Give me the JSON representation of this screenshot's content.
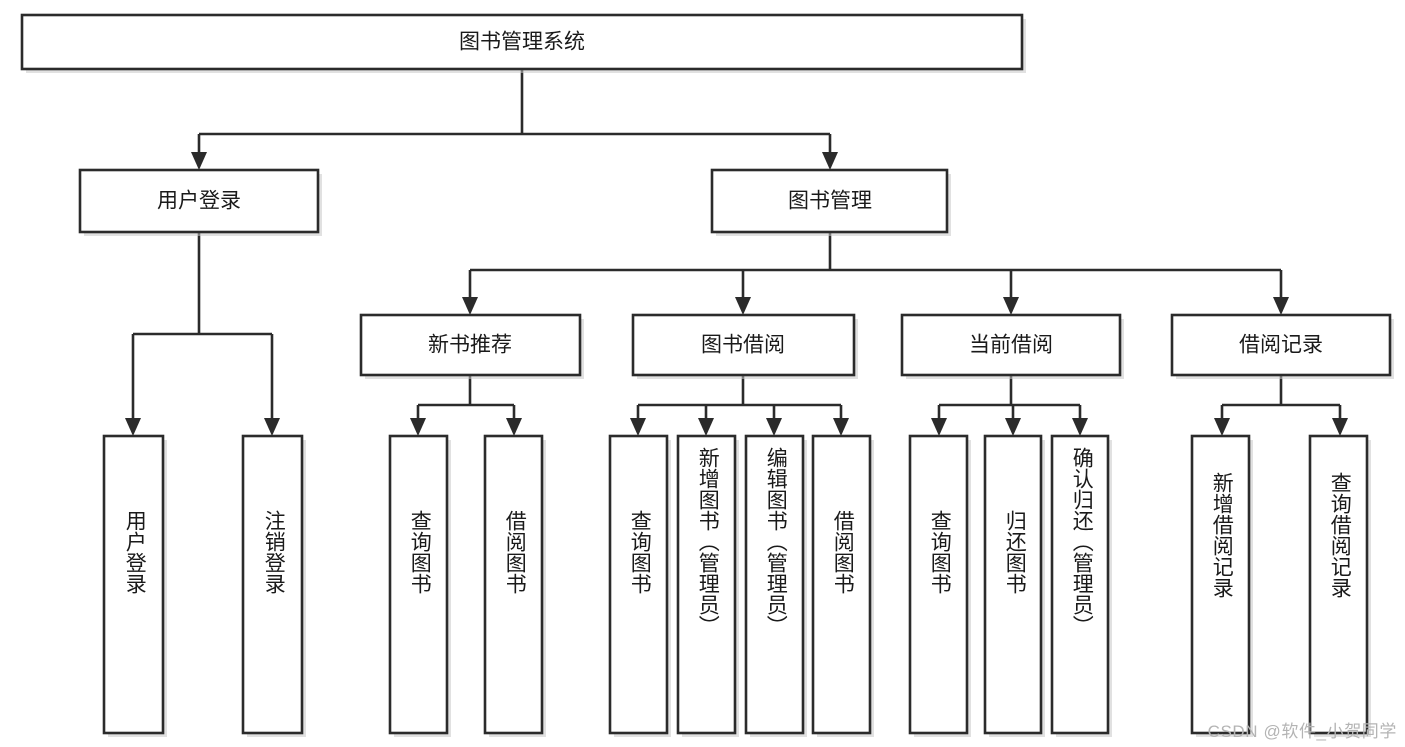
{
  "diagram": {
    "type": "tree-hierarchy-chart",
    "title_node": {
      "label": "图书管理系统"
    },
    "level1": [
      {
        "id": "user-login",
        "label": "用户登录"
      },
      {
        "id": "book-management",
        "label": "图书管理"
      }
    ],
    "level2": [
      {
        "id": "new-book-recommend",
        "label": "新书推荐",
        "parent": "book-management"
      },
      {
        "id": "book-borrow",
        "label": "图书借阅",
        "parent": "book-management"
      },
      {
        "id": "current-borrow",
        "label": "当前借阅",
        "parent": "book-management"
      },
      {
        "id": "borrow-record",
        "label": "借阅记录",
        "parent": "book-management"
      }
    ],
    "leaves": [
      {
        "id": "leaf-user-login",
        "label": "用户登录",
        "parent": "user-login"
      },
      {
        "id": "leaf-logout-login",
        "label": "注销登录",
        "parent": "user-login"
      },
      {
        "id": "leaf-query-book-1",
        "label": "查询图书",
        "parent": "new-book-recommend"
      },
      {
        "id": "leaf-borrow-book-1",
        "label": "借阅图书",
        "parent": "new-book-recommend"
      },
      {
        "id": "leaf-query-book-2",
        "label": "查询图书",
        "parent": "book-borrow"
      },
      {
        "id": "leaf-add-book",
        "label": "新增图书（管理员）",
        "parent": "book-borrow"
      },
      {
        "id": "leaf-edit-book",
        "label": "编辑图书（管理员）",
        "parent": "book-borrow"
      },
      {
        "id": "leaf-borrow-book-2",
        "label": "借阅图书",
        "parent": "book-borrow"
      },
      {
        "id": "leaf-query-book-3",
        "label": "查询图书",
        "parent": "current-borrow"
      },
      {
        "id": "leaf-return-book",
        "label": "归还图书",
        "parent": "current-borrow"
      },
      {
        "id": "leaf-confirm-return",
        "label": "确认归还（管理员）",
        "parent": "current-borrow"
      },
      {
        "id": "leaf-add-record",
        "label": "新增借阅记录",
        "parent": "borrow-record"
      },
      {
        "id": "leaf-query-record",
        "label": "查询借阅记录",
        "parent": "borrow-record"
      }
    ],
    "colors": {
      "box_stroke": "#2b2b2b",
      "box_fill": "#ffffff",
      "text": "#1a1a1a",
      "background": "#ffffff",
      "watermark": "#b4b4b4"
    }
  },
  "watermark": {
    "text": "CSDN @软件_小贺同学"
  }
}
